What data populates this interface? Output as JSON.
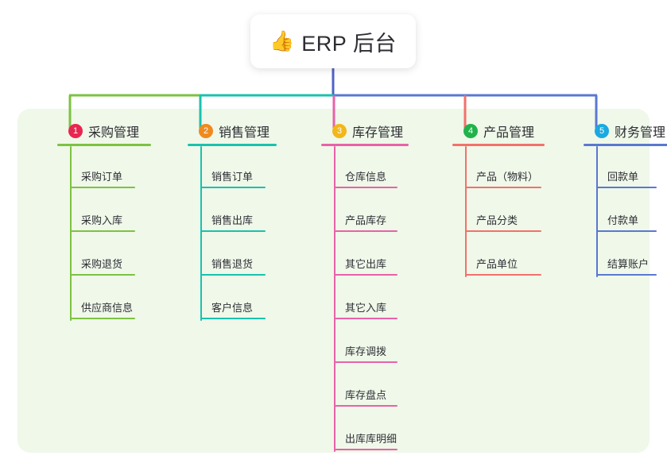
{
  "root": {
    "icon": "thumbs-up-icon",
    "emoji": "👍",
    "title": "ERP 后台"
  },
  "colors": {
    "panel_bg": "#eff8e9",
    "card_bg": "#ffffff",
    "root_stem": "#4f63c4",
    "branch1": "#7dc242",
    "branch2": "#19c2ae",
    "branch3": "#e862a8",
    "branch4": "#f2716b",
    "branch5": "#5a78d0",
    "badge1": "#e8264f",
    "badge2": "#f08a1e",
    "badge3": "#f2b718",
    "badge4": "#21b24b",
    "badge5": "#1aa9e0"
  },
  "branches": [
    {
      "number": "1",
      "title": "采购管理",
      "line_color": "#7dc242",
      "badge_color": "#e8264f",
      "items": [
        "采购订单",
        "采购入库",
        "采购退货",
        "供应商信息"
      ]
    },
    {
      "number": "2",
      "title": "销售管理",
      "line_color": "#19c2ae",
      "badge_color": "#f08a1e",
      "items": [
        "销售订单",
        "销售出库",
        "销售退货",
        "客户信息"
      ]
    },
    {
      "number": "3",
      "title": "库存管理",
      "line_color": "#e862a8",
      "badge_color": "#f2b718",
      "items": [
        "仓库信息",
        "产品库存",
        "其它出库",
        "其它入库",
        "库存调拨",
        "库存盘点",
        "出库库明细"
      ]
    },
    {
      "number": "4",
      "title": "产品管理",
      "line_color": "#f2716b",
      "badge_color": "#21b24b",
      "items": [
        "产品（物料）",
        "产品分类",
        "产品单位"
      ]
    },
    {
      "number": "5",
      "title": "财务管理",
      "line_color": "#5a78d0",
      "badge_color": "#1aa9e0",
      "items": [
        "回款单",
        "付款单",
        "结算账户"
      ]
    }
  ]
}
